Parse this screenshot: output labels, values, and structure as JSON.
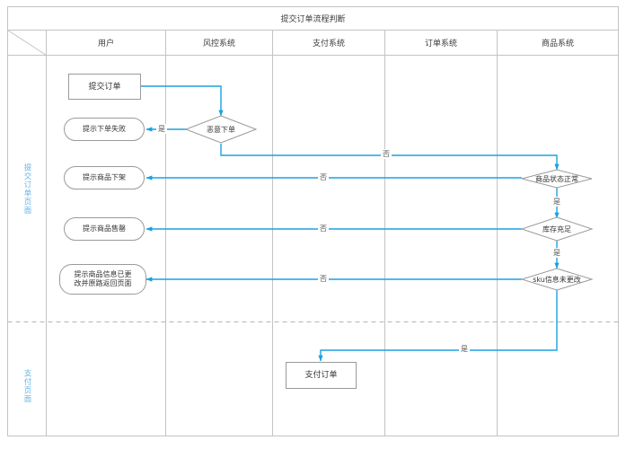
{
  "diagram": {
    "title": "提交订单流程判断",
    "corner_cell": "",
    "columns": [
      {
        "label": "用户"
      },
      {
        "label": "风控系统"
      },
      {
        "label": "支付系统"
      },
      {
        "label": "订单系统"
      },
      {
        "label": "商品系统"
      }
    ],
    "phases": [
      {
        "label": "提交订单页面"
      },
      {
        "label": "支付页面"
      }
    ],
    "colors": {
      "flow_line": "#1ba1e2",
      "node_border": "#9a9a9a",
      "grid_line": "#c8c8c8",
      "phase_text": "#6ab6e8",
      "text": "#333333"
    },
    "nodes": [
      {
        "id": "submit-order",
        "shape": "rect",
        "text": "提交订单",
        "lane": "用户"
      },
      {
        "id": "tip-order-failed",
        "shape": "rounded",
        "text": "提示下单失败",
        "lane": "用户"
      },
      {
        "id": "tip-item-offline",
        "shape": "rounded",
        "text": "提示商品下架",
        "lane": "用户"
      },
      {
        "id": "tip-item-soldout",
        "shape": "rounded",
        "text": "提示商品售罄",
        "lane": "用户"
      },
      {
        "id": "tip-item-changed",
        "shape": "rounded",
        "text": "提示商品信息已更改并原路返回页面",
        "line1": "提示商品信息已更",
        "line2": "改并原路返回页面",
        "lane": "用户"
      },
      {
        "id": "malicious-order",
        "shape": "diamond",
        "text": "恶意下单",
        "lane": "风控系统"
      },
      {
        "id": "item-status-normal",
        "shape": "diamond",
        "text": "商品状态正常",
        "lane": "商品系统"
      },
      {
        "id": "stock-enough",
        "shape": "diamond",
        "text": "库存充足",
        "lane": "商品系统"
      },
      {
        "id": "sku-unchanged",
        "shape": "diamond",
        "text": "sku信息未更改",
        "lane": "商品系统"
      },
      {
        "id": "pay-order",
        "shape": "rect",
        "text": "支付订单",
        "lane": "支付系统"
      }
    ],
    "edge_labels": {
      "malicious_yes": "是",
      "malicious_no": "否",
      "item_status_no": "否",
      "item_status_yes": "是",
      "stock_no": "否",
      "stock_yes": "是",
      "sku_no": "否",
      "sku_yes": "是"
    }
  }
}
